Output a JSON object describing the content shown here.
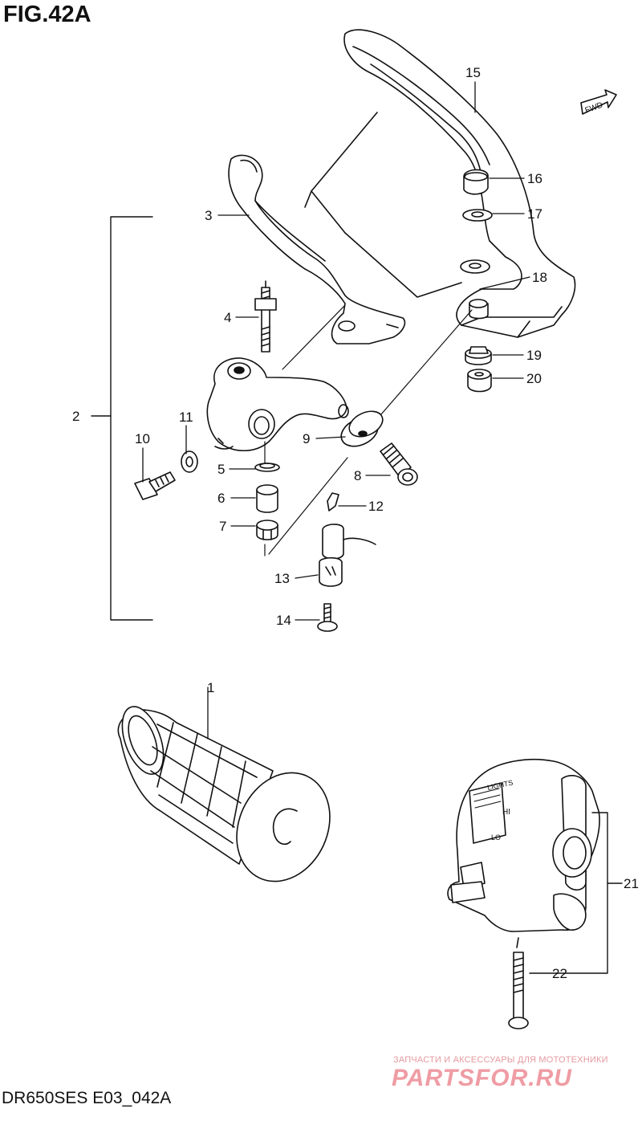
{
  "figure": {
    "title": "FIG.42A",
    "model_code": "DR650SES E03_042A",
    "fwd_marker": "FWD"
  },
  "watermark": {
    "tagline": "ЗАПЧАСТИ И АКСЕССУАРЫ ДЛЯ МОТОТЕХНИКИ",
    "brand": "PARTSFOR.RU"
  },
  "switch_markings": {
    "lights": "LIGHTS",
    "hi": "HI",
    "lo": "LO"
  },
  "part_callouts": [
    "1",
    "2",
    "3",
    "4",
    "5",
    "6",
    "7",
    "8",
    "9",
    "10",
    "11",
    "12",
    "13",
    "14",
    "15",
    "16",
    "17",
    "18",
    "19",
    "20",
    "21",
    "22"
  ]
}
